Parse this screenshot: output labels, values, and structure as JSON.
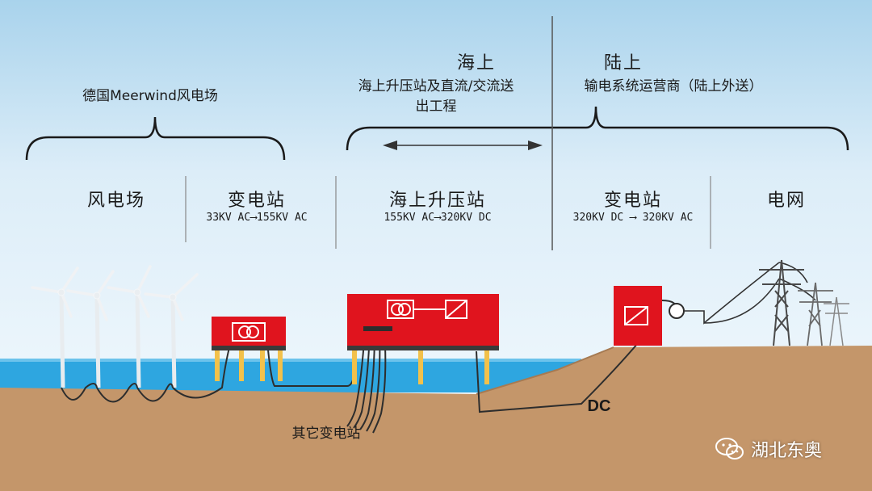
{
  "header": {
    "sea_title": "海上",
    "sea_desc_line1": "海上升压站及直流/交流送",
    "sea_desc_line2": "出工程",
    "land_title": "陆上",
    "land_desc": "输电系统运营商（陆上外送）",
    "wind_farm_project": "德国Meerwind风电场"
  },
  "sections": [
    {
      "title": "风电场",
      "sub": ""
    },
    {
      "title": "变电站",
      "sub": "33KV AC⟶155KV AC"
    },
    {
      "title": "海上升压站",
      "sub": "155KV AC⟶320KV DC"
    },
    {
      "title": "变电站",
      "sub": "320KV DC ⟶ 320KV AC"
    },
    {
      "title": "电网",
      "sub": ""
    }
  ],
  "labels": {
    "other_substations": "其它变电站",
    "dc": "DC"
  },
  "watermark": {
    "icon": "wechat-icon",
    "text": "湖北东奥"
  },
  "colors": {
    "sky_top": "#a9d3ec",
    "sky_bottom": "#f2f8fc",
    "sea": "#2ea6e0",
    "ground": "#c4966a",
    "station_red": "#e0141e"
  }
}
